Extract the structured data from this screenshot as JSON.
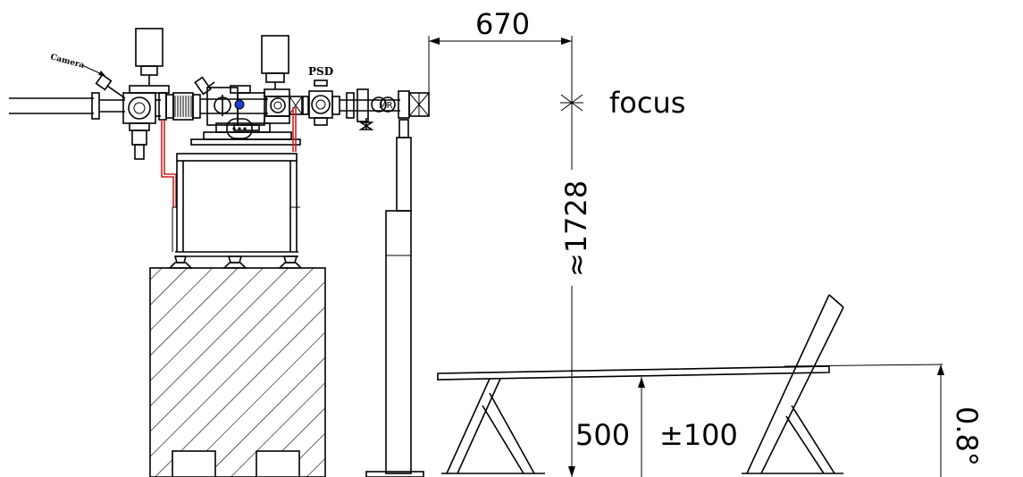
{
  "labels": {
    "camera": "Camera",
    "psd": "PSD",
    "mr": "MR",
    "focus": "focus"
  },
  "dimensions": {
    "beam_length": "670",
    "focus_height": "≈1728",
    "table_height": "500",
    "table_tolerance": "±100",
    "tilt_angle": "0.8°"
  },
  "colors": {
    "line": "#000000",
    "cable": "#d21f1f",
    "target": "#1f3fd2"
  }
}
